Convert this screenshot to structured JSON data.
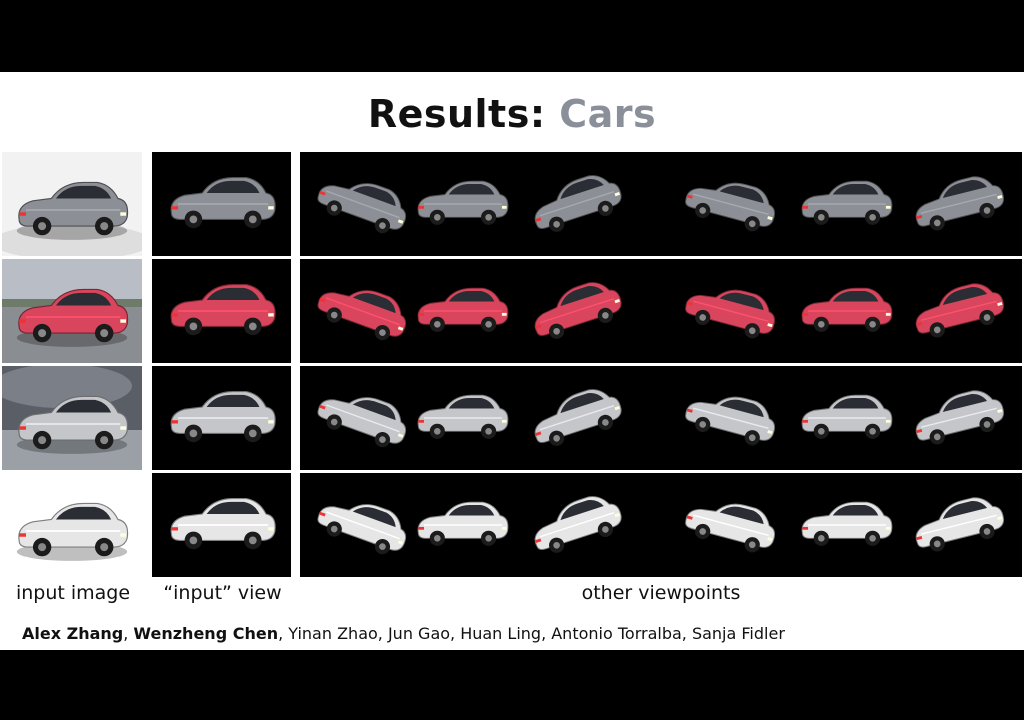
{
  "slide": {
    "title_main": "Results:",
    "title_accent": "Cars",
    "colors": {
      "accent": "#8a8f99",
      "band": "#000000"
    }
  },
  "labels": {
    "input_image": "input image",
    "input_view": "“input” view",
    "other_viewpoints": "other viewpoints"
  },
  "authors": {
    "lead_1": "Alex Zhang",
    "sep_1": ", ",
    "lead_2": "Wenzheng Chen",
    "rest": ", Yinan Zhao, Jun Gao, Huan Ling, Antonio Torralba, Sanja Fidler"
  },
  "rows": [
    {
      "name": "gray-sedan",
      "body_color": "#8c8f95",
      "background": "studio"
    },
    {
      "name": "red-coupe",
      "body_color": "#d8455c",
      "background": "outdoor"
    },
    {
      "name": "silver-sedan",
      "body_color": "#c4c6ca",
      "background": "stormy-sky"
    },
    {
      "name": "white-hatchback",
      "body_color": "#e6e6e6",
      "background": "white"
    }
  ]
}
